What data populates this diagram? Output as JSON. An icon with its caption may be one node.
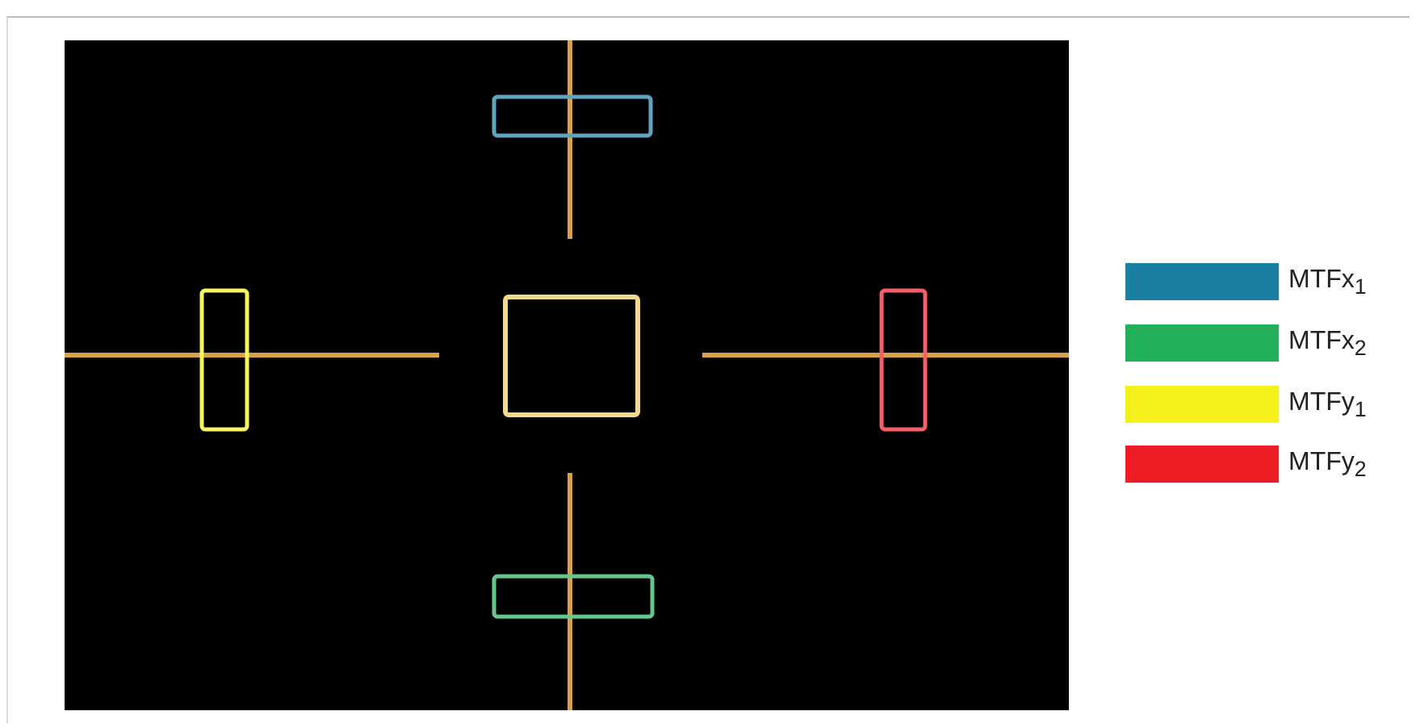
{
  "diagram": {
    "legend": [
      {
        "text": "MTFx$_{1}$",
        "color": "#1a7fa3"
      },
      {
        "text": "MTFx$_{2}$",
        "color": "#22b05a"
      },
      {
        "text": "MTFy$_{1}$",
        "color": "#f5f01a"
      },
      {
        "text": "MTFy$_{2}$",
        "color": "#ee1c24"
      }
    ]
  }
}
